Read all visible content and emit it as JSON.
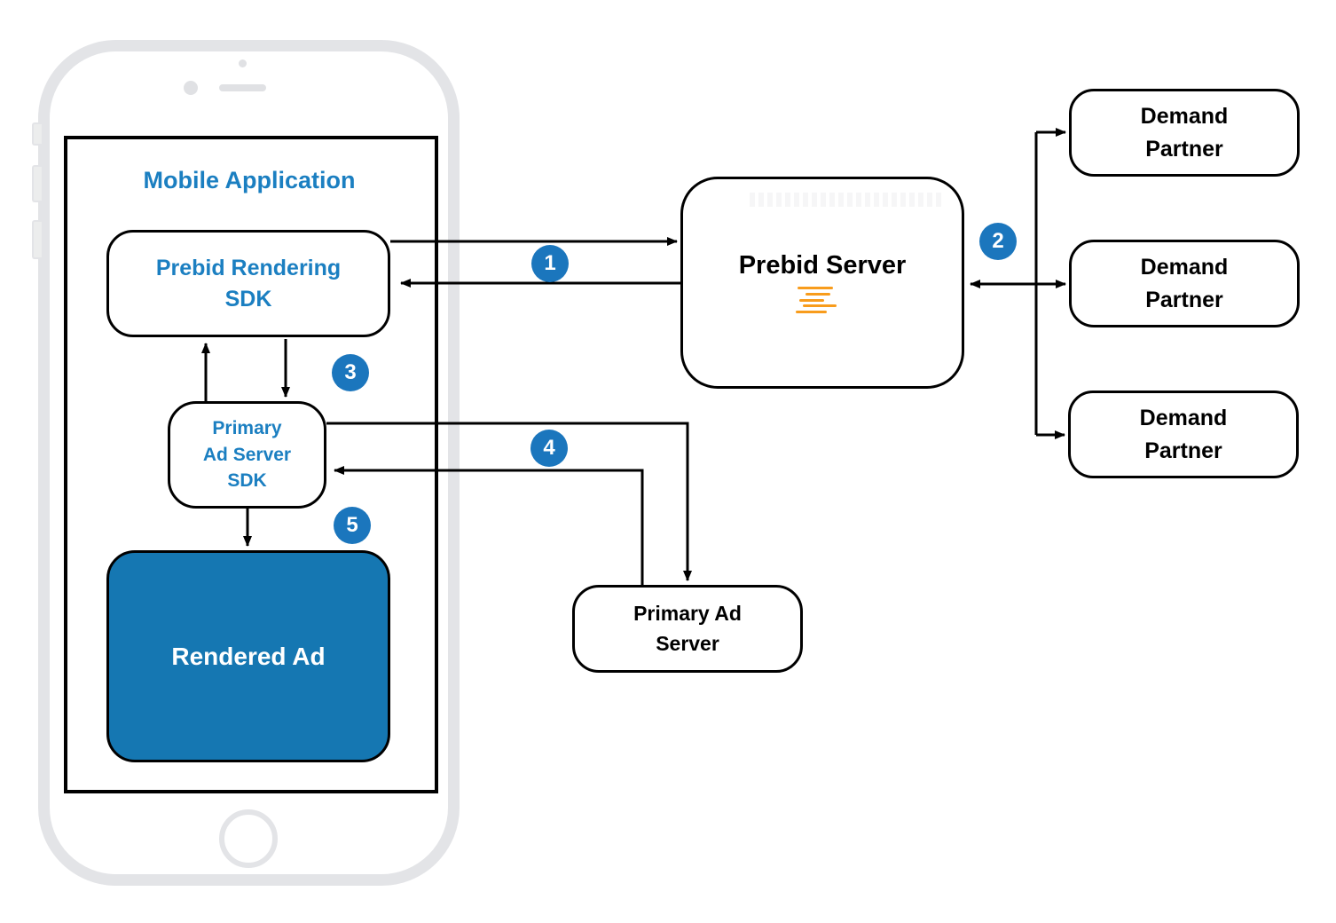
{
  "mobileApp": {
    "title": "Mobile Application"
  },
  "nodes": {
    "prebidRenderingSdk": {
      "label": "Prebid Rendering\nSDK"
    },
    "primaryAdServerSdk": {
      "label": "Primary\nAd Server\nSDK"
    },
    "renderedAd": {
      "label": "Rendered Ad"
    },
    "prebidServer": {
      "label": "Prebid Server"
    },
    "demandPartner1": {
      "label": "Demand\nPartner"
    },
    "demandPartner2": {
      "label": "Demand\nPartner"
    },
    "demandPartner3": {
      "label": "Demand\nPartner"
    },
    "primaryAdServer": {
      "label": "Primary Ad\nServer"
    }
  },
  "steps": {
    "s1": "1",
    "s2": "2",
    "s3": "3",
    "s4": "4",
    "s5": "5"
  },
  "icons": {
    "prebidLogo": "prebid-logo-orange-bars"
  },
  "colors": {
    "accentBlue": "#1b76bd",
    "labelBlue": "#1b7fc1",
    "renderedAdFill": "#1577b2",
    "logoOrange": "#f89c1c",
    "phoneFrame": "#e3e4e7",
    "line": "#000000"
  }
}
